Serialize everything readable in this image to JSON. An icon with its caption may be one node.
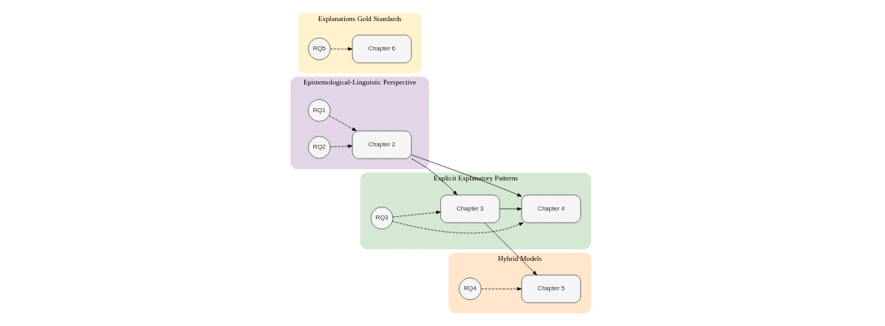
{
  "diagram": {
    "nodes": [
      {
        "text": [
          "Epistemological-Linguistic Perspective"
        ]
      },
      {
        "text": [
          "RQ1"
        ],
        "in": 0
      },
      {
        "text": [
          "RQ2"
        ],
        "in": 0
      },
      {
        "text": [
          "Chapter 2"
        ],
        "in": 0
      },
      {
        "text": [
          "Explicit Explanatory Patterns"
        ]
      },
      {
        "text": [
          "RQ3"
        ],
        "in": 4
      },
      {
        "text": [
          "Chapter 3"
        ],
        "in": 4
      },
      {
        "text": [
          "Chapter 4"
        ],
        "in": 4
      },
      {
        "text": [
          "Hybrid Models"
        ]
      },
      {
        "text": [
          "RQ4"
        ],
        "in": 8
      },
      {
        "text": [
          "Chapter 5"
        ],
        "in": 8
      },
      {
        "text": [
          "Explanations Gold Standards"
        ]
      },
      {
        "text": [
          "RQ5"
        ],
        "in": 11
      },
      {
        "text": [
          "Chapter 6"
        ],
        "in": 11
      }
    ],
    "edges": [
      {
        "from": 1,
        "to": 3,
        "arrow": "to",
        "style": "dashed"
      },
      {
        "from": 2,
        "to": 3,
        "arrow": "to",
        "style": "dashed"
      },
      {
        "from": 3,
        "to": 6,
        "arrow": "to"
      },
      {
        "from": 3,
        "to": 7,
        "arrow": "to"
      },
      {
        "from": 5,
        "to": 6,
        "arrow": "to",
        "style": "dashed"
      },
      {
        "from": 5,
        "to": 7,
        "arrow": "to",
        "style": "dashed"
      },
      {
        "from": 6,
        "to": 7,
        "arrow": "to"
      },
      {
        "from": 9,
        "to": 10,
        "arrow": "to",
        "style": "dashed"
      },
      {
        "from": 6,
        "to": 10,
        "arrow": "to"
      },
      {
        "from": 12,
        "to": 13,
        "arrow": "to",
        "style": "dashed"
      }
    ]
  }
}
